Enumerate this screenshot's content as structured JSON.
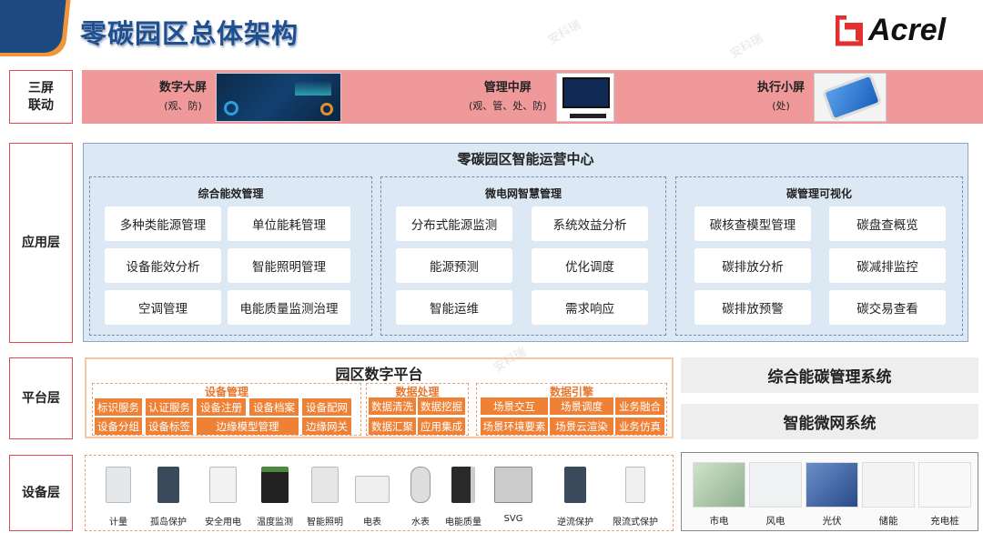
{
  "header": {
    "title": "零碳园区总体架构",
    "logo": "Acrel"
  },
  "layers": {
    "screens": "三屏\n联动",
    "application": "应用层",
    "platform": "平台层",
    "device": "设备层"
  },
  "screens": [
    {
      "name": "数字大屏",
      "sub": "(观、防)"
    },
    {
      "name": "管理中屏",
      "sub": "(观、管、处、防)"
    },
    {
      "name": "执行小屏",
      "sub": "(处)"
    }
  ],
  "application": {
    "title": "零碳园区智能运营中心",
    "groups": [
      {
        "title": "综合能效管理",
        "items": [
          "多种类能源管理",
          "单位能耗管理",
          "设备能效分析",
          "智能照明管理",
          "空调管理",
          "电能质量监测治理"
        ]
      },
      {
        "title": "微电网智慧管理",
        "items": [
          "分布式能源监测",
          "系统效益分析",
          "能源预测",
          "优化调度",
          "智能运维",
          "需求响应"
        ]
      },
      {
        "title": "碳管理可视化",
        "items": [
          "碳核查模型管理",
          "碳盘查概览",
          "碳排放分析",
          "碳减排监控",
          "碳排放预警",
          "碳交易查看"
        ]
      }
    ]
  },
  "platform": {
    "title": "园区数字平台",
    "device_mgmt": {
      "title": "设备管理",
      "row1": [
        "标识服务",
        "认证服务",
        "设备注册",
        "设备档案",
        "设备配网"
      ],
      "row2": [
        "设备分组",
        "设备标签",
        "边缘模型管理",
        "边缘网关"
      ]
    },
    "data_proc": {
      "title": "数据处理",
      "items": [
        "数据清洗",
        "数据挖掘",
        "数据汇聚",
        "应用集成"
      ]
    },
    "data_engine": {
      "title": "数据引擎",
      "items": [
        "场景交互",
        "场景调度",
        "业务融合",
        "场景环境要素",
        "场景云渲染",
        "业务仿真"
      ]
    },
    "systems": [
      "综合能碳管理系统",
      "智能微网系统"
    ]
  },
  "devices": [
    "计量",
    "孤岛保护",
    "安全用电",
    "温度监测",
    "智能照明",
    "电表",
    "水表",
    "电能质量",
    "SVG",
    "逆流保护",
    "限流式保护"
  ],
  "sources": [
    "市电",
    "风电",
    "光伏",
    "储能",
    "充电桩"
  ],
  "watermark": "安科瑞"
}
